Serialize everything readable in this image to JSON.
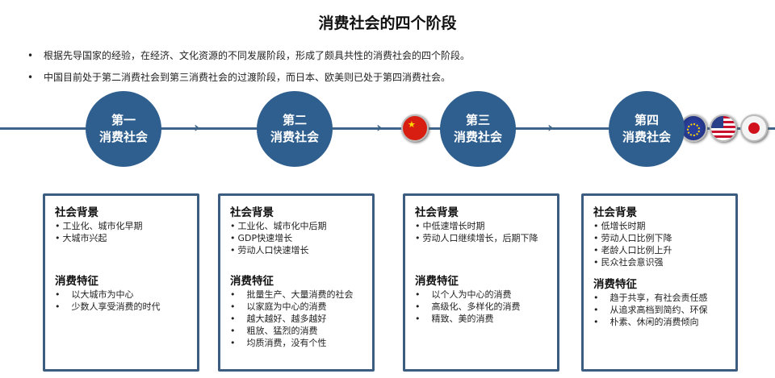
{
  "title": "消费社会的四个阶段",
  "intro": [
    "根据先导国家的经验，在经济、文化资源的不同发展阶段，形成了颇具共性的消费社会的四个阶段。",
    "中国目前处于第二消费社会到第三消费社会的过渡阶段，而日本、欧美则已处于第四消费社会。"
  ],
  "colors": {
    "accent": "#2f5f8f",
    "line": "#3f6489",
    "border": "#3d5d80"
  },
  "stages": [
    {
      "ordinal": "第一",
      "name": "消费社会",
      "background_heading": "社会背景",
      "background": [
        "工业化、城市化早期",
        "大城市兴起"
      ],
      "consumption_heading": "消费特征",
      "consumption": [
        "以大城市为中心",
        "少数人享受消费的时代"
      ]
    },
    {
      "ordinal": "第二",
      "name": "消费社会",
      "background_heading": "社会背景",
      "background": [
        "工业化、城市化中后期",
        "GDP快速增长",
        "劳动人口快速增长"
      ],
      "consumption_heading": "消费特征",
      "consumption": [
        "批量生产、大量消费的社会",
        "以家庭为中心的消费",
        "越大越好、越多越好",
        "粗放、猛烈的消费",
        "均质消费，没有个性"
      ]
    },
    {
      "ordinal": "第三",
      "name": "消费社会",
      "background_heading": "社会背景",
      "background": [
        "中低速增长时期",
        "劳动人口继续增长，后期下降"
      ],
      "consumption_heading": "消费特征",
      "consumption": [
        "以个人为中心的消费",
        "高级化、多样化的消费",
        "精致、美的消费"
      ]
    },
    {
      "ordinal": "第四",
      "name": "消费社会",
      "background_heading": "社会背景",
      "background": [
        "低增长时期",
        "劳动人口比例下降",
        "老龄人口比例上升",
        "民众社会意识强"
      ],
      "consumption_heading": "消费特征",
      "consumption": [
        "趋于共享，有社会责任感",
        "从追求高档到简约、环保",
        "朴素、休闲的消费倾向"
      ]
    }
  ],
  "flags": [
    "china-flag-icon",
    "eu-flag-icon",
    "usa-flag-icon",
    "japan-flag-icon"
  ]
}
